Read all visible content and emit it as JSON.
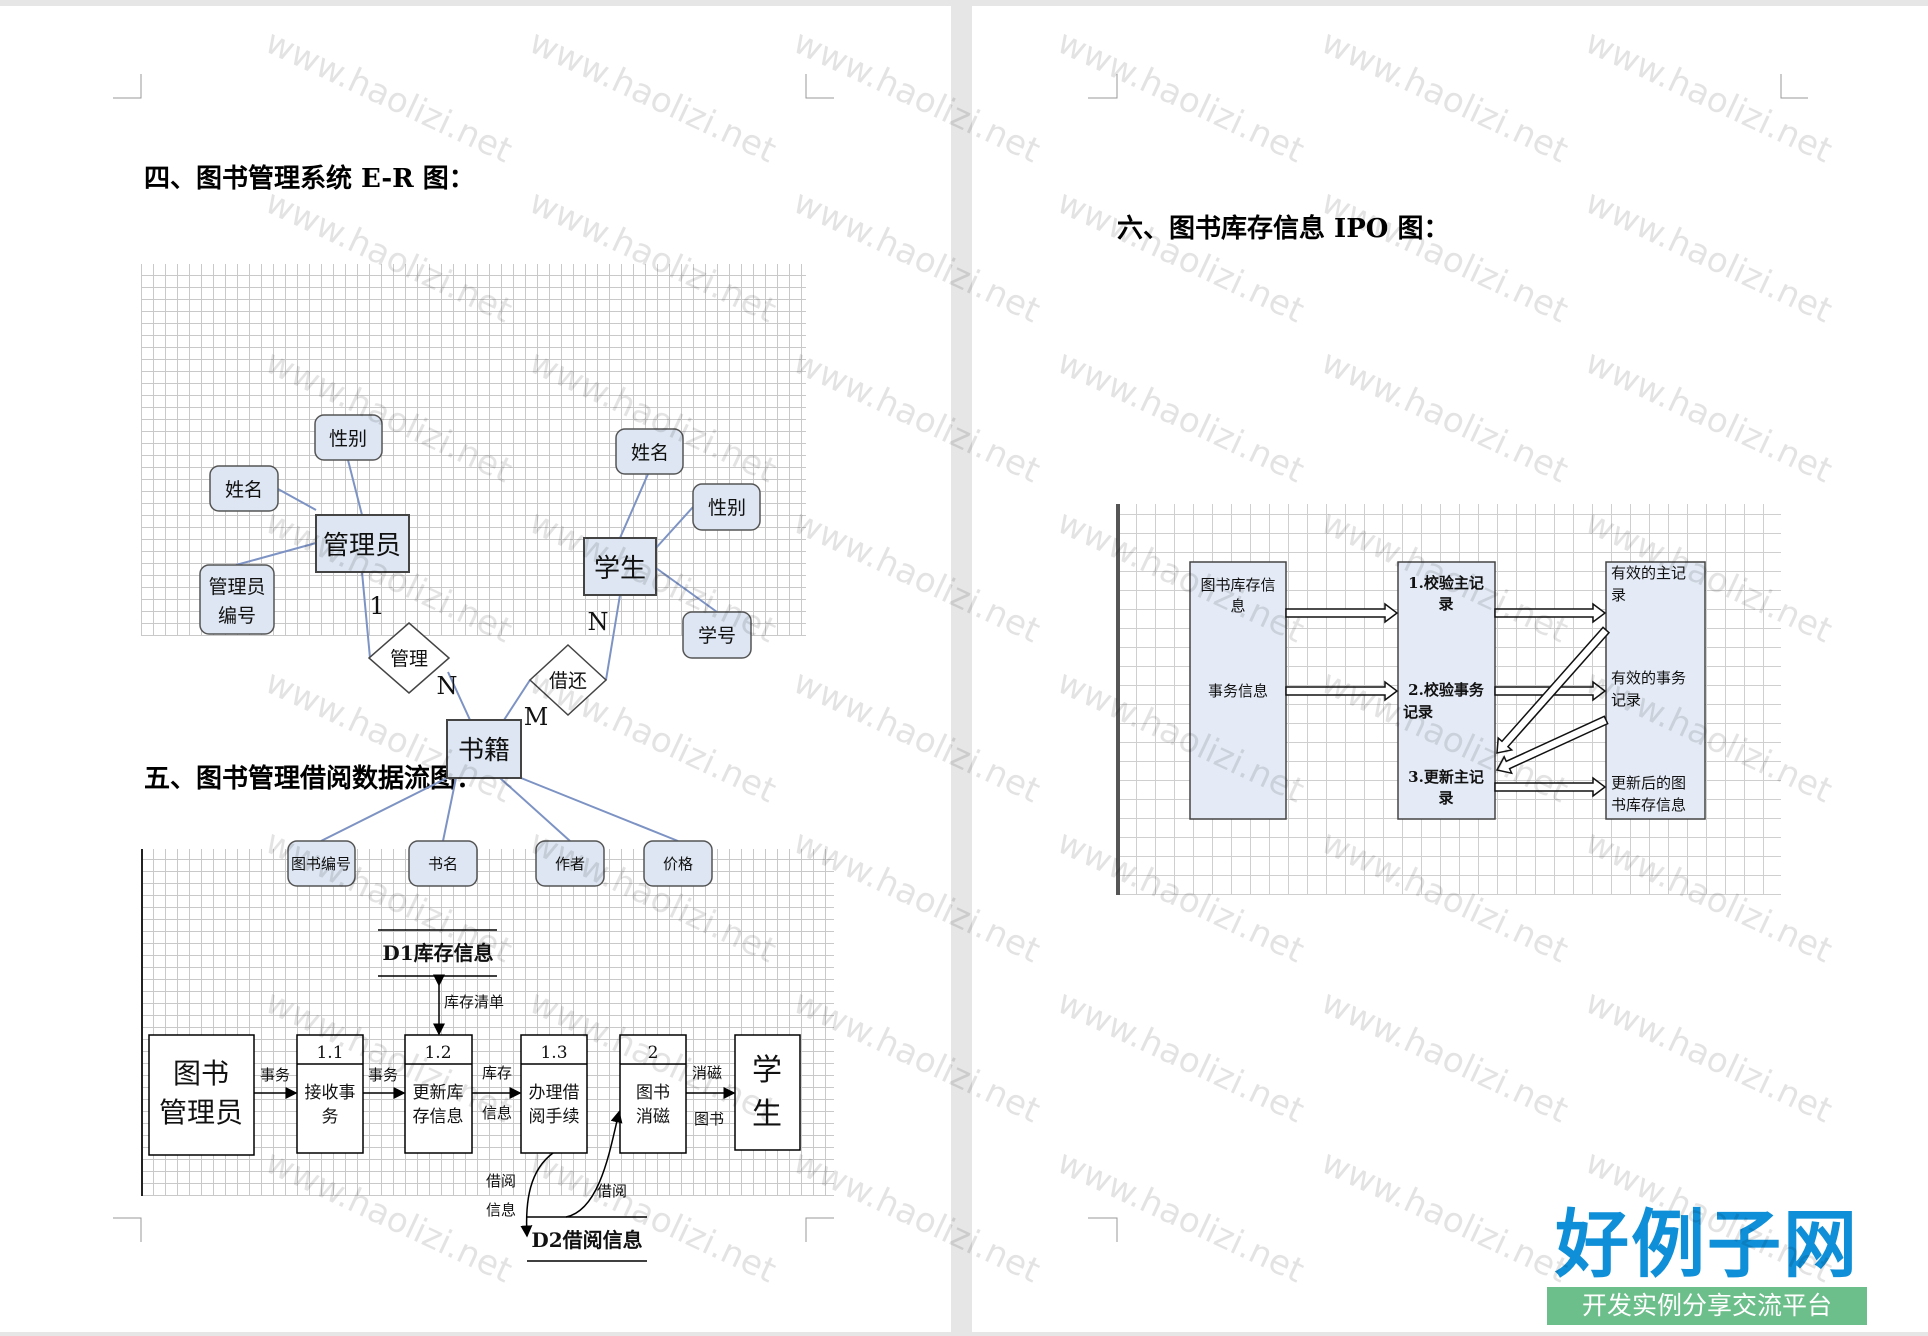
{
  "left_page": {
    "er_title": "四、图书管理系统 E-R 图：",
    "dfd_title": "五、图书管理借阅数据流图："
  },
  "er_diagram": {
    "entities": {
      "admin": "管理员",
      "student": "学生",
      "book": "书籍"
    },
    "relationships": {
      "manage": "管理",
      "borrow": "借还"
    },
    "admin_attrs": {
      "gender": "性别",
      "name": "姓名",
      "id_lines": [
        "管理员",
        "编号"
      ]
    },
    "student_attrs": {
      "name": "姓名",
      "gender": "性别",
      "id": "学号"
    },
    "book_attrs": [
      "图书编号",
      "书名",
      "作者",
      "价格"
    ],
    "cardinality": {
      "admin_manage": "1",
      "manage_book": "N",
      "book_borrow": "M",
      "borrow_student": "N"
    }
  },
  "dfd": {
    "source_lines": [
      "图书",
      "管理员"
    ],
    "sink_lines": [
      "学",
      "生"
    ],
    "processes": [
      {
        "id": "1.1",
        "lines": [
          "接收事",
          "务"
        ]
      },
      {
        "id": "1.2",
        "lines": [
          "更新库",
          "存信息"
        ]
      },
      {
        "id": "1.3",
        "lines": [
          "办理借",
          "阅手续"
        ]
      },
      {
        "id": "2",
        "lines": [
          "图书",
          "消磁"
        ]
      }
    ],
    "store_d1": "D1库存信息",
    "store_d2": "D2借阅信息",
    "flows": {
      "f1": "事务",
      "f2": "事务",
      "f3_lines": [
        "库存",
        "信息"
      ],
      "f4_lines": [
        "消磁",
        "图书"
      ],
      "inventory_list": "库存清单",
      "borrow_info_lines": [
        "借阅",
        "信息"
      ],
      "borrow": "借阅"
    }
  },
  "right_page": {
    "ipo_title": "六、图书库存信息 IPO 图："
  },
  "ipo": {
    "input_top_lines": [
      "图书库存信",
      "息"
    ],
    "input_bottom": "事务信息",
    "process_1_lines": [
      "1.校验主记",
      "录"
    ],
    "process_2_lines": [
      "2.校验事务",
      "记录"
    ],
    "process_3_lines": [
      "3.更新主记",
      "录"
    ],
    "output_1_lines": [
      "有效的主记",
      "录"
    ],
    "output_2_lines": [
      "有效的事务",
      "记录"
    ],
    "output_3_lines": [
      "更新后的图",
      "书库存信息"
    ]
  },
  "watermark": "www.haolizi.net",
  "logo": {
    "main": "好例子网",
    "tagline": "开发实例分享交流平台"
  },
  "colors": {
    "box_fill": "#e4ebf6",
    "line": "#7d93c4",
    "logo_blue": "#0e8fd8",
    "logo_green": "#6cbf8a"
  }
}
